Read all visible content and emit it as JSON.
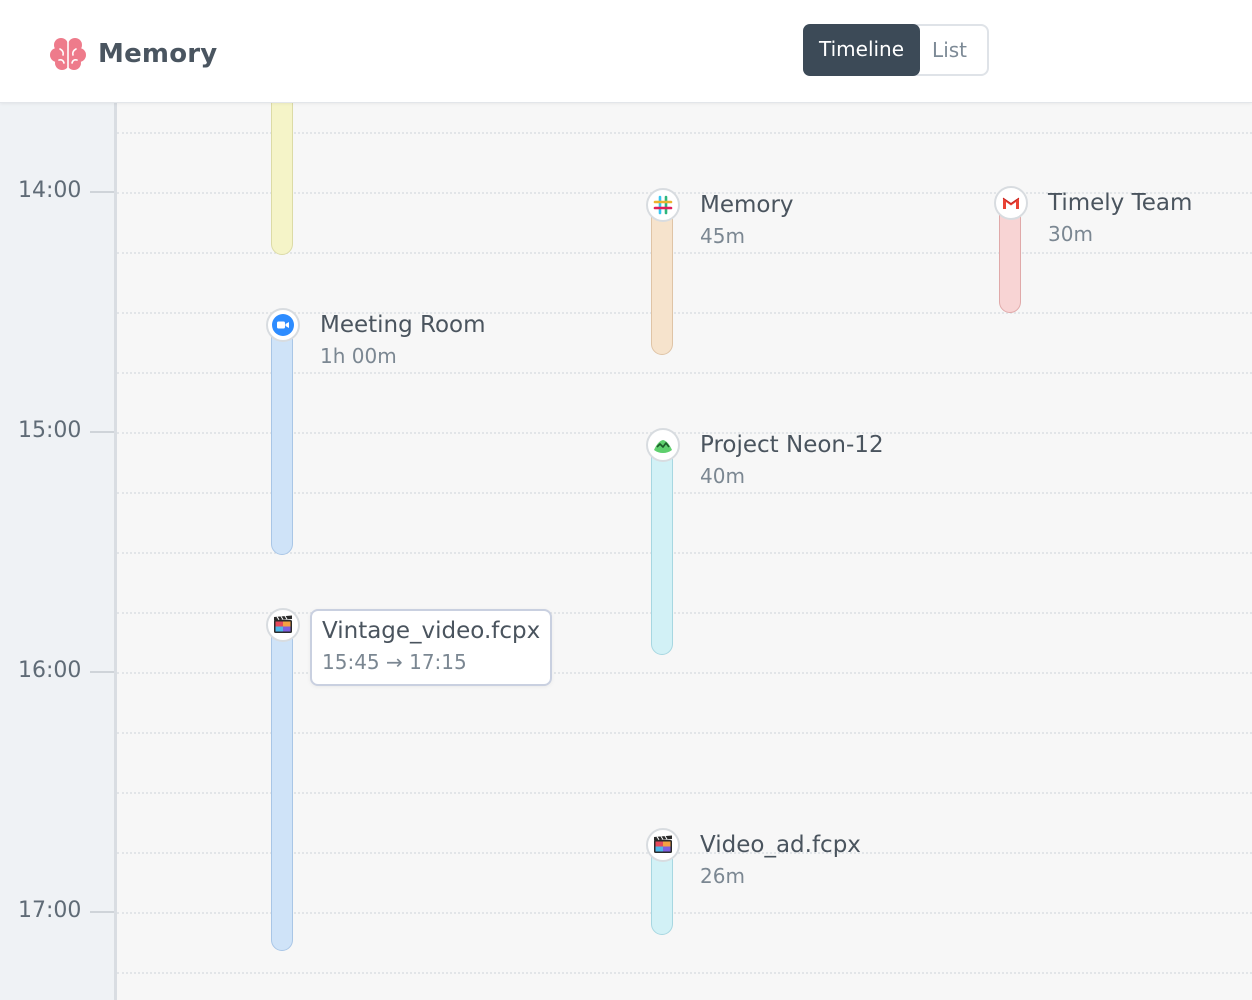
{
  "header": {
    "app_name": "Memory",
    "brand_icon": "brain-icon",
    "brand_color": "#ee7b8b",
    "view_toggle": {
      "timeline_label": "Timeline",
      "list_label": "List",
      "active": "Timeline"
    }
  },
  "time_axis": {
    "labels": [
      "14:00",
      "15:00",
      "16:00",
      "17:00"
    ]
  },
  "events": {
    "top_column": {
      "color": "#f5f4c8"
    },
    "meeting_room": {
      "title": "Meeting Room",
      "duration": "1h 00m",
      "icon": "zoom-video-icon",
      "color": "#cfe3f8"
    },
    "vintage_video": {
      "title": "Vintage_video.fcpx",
      "range": "15:45 → 17:15",
      "icon": "final-cut-pro-icon",
      "color": "#cfe3f8"
    },
    "memory": {
      "title": "Memory",
      "duration": "45m",
      "icon": "slack-icon",
      "color": "#f6e3cc"
    },
    "project_neon": {
      "title": "Project Neon-12",
      "duration": "40m",
      "icon": "basecamp-icon",
      "color": "#d2f1f6"
    },
    "video_ad": {
      "title": "Video_ad.fcpx",
      "duration": "26m",
      "icon": "final-cut-pro-icon",
      "color": "#d2f1f6"
    },
    "timely_team": {
      "title": "Timely Team",
      "duration": "30m",
      "icon": "gmail-icon",
      "color": "#f8d4d4"
    }
  }
}
